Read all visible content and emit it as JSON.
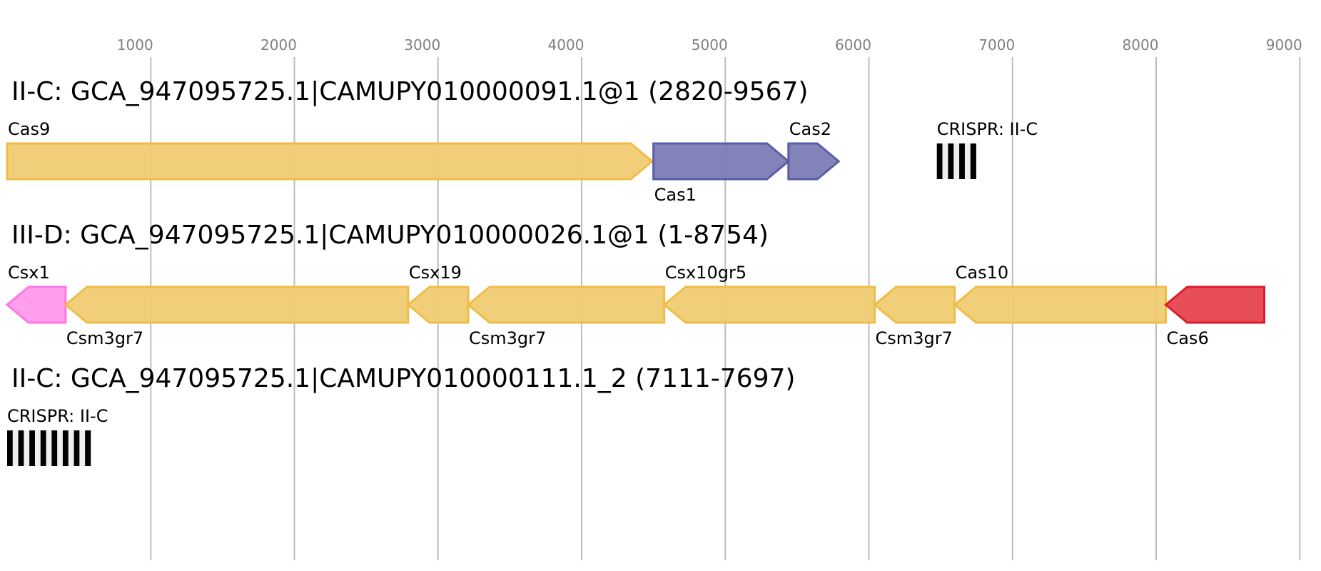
{
  "axis": {
    "ticks": [
      1000,
      2000,
      3000,
      4000,
      5000,
      6000,
      7000,
      8000,
      9000
    ],
    "range_bp": [
      0,
      9000
    ]
  },
  "colors": {
    "class1_interference": {
      "fill": "#f0cc73",
      "stroke": "#f0bc45"
    },
    "adaptation": {
      "fill": "#7b7db5",
      "stroke": "#5a5da5"
    },
    "accessory_csx1": {
      "fill": "#ff99ec",
      "stroke": "#ff77e0"
    },
    "processing_cas6": {
      "fill": "#e6454f",
      "stroke": "#dc1c2c"
    },
    "crispr_repeat": "#000000",
    "crispr_spacer": "#efefef"
  },
  "tracks": [
    {
      "title": "II-C: GCA_947095725.1|CAMUPY010000091.1@1 (2820-9567)",
      "genes": [
        {
          "name": "Cas9",
          "start": 0,
          "end": 4491,
          "strand": "+",
          "color": "class1_interference",
          "label_pos": "top"
        },
        {
          "name": "Cas1",
          "start": 4500,
          "end": 5440,
          "strand": "+",
          "color": "adaptation",
          "label_pos": "bottom"
        },
        {
          "name": "Cas2",
          "start": 5440,
          "end": 5790,
          "strand": "+",
          "color": "adaptation",
          "label_pos": "top"
        }
      ],
      "crisprs": [
        {
          "label": "CRISPR: II-C",
          "start": 6473,
          "end": 6746,
          "repeats": 4
        }
      ]
    },
    {
      "title": "III-D: GCA_947095725.1|CAMUPY010000026.1@1 (1-8754)",
      "genes": [
        {
          "name": "Csx1",
          "start": 0,
          "end": 407,
          "strand": "-",
          "color": "accessory_csx1",
          "label_pos": "top"
        },
        {
          "name": "Csm3gr7",
          "start": 407,
          "end": 2792,
          "strand": "-",
          "color": "class1_interference",
          "label_pos": "bottom"
        },
        {
          "name": "Csx19",
          "start": 2792,
          "end": 3210,
          "strand": "-",
          "color": "class1_interference",
          "label_pos": "top"
        },
        {
          "name": "Csm3gr7",
          "start": 3210,
          "end": 4575,
          "strand": "-",
          "color": "class1_interference",
          "label_pos": "bottom"
        },
        {
          "name": "Csx10gr5",
          "start": 4575,
          "end": 6040,
          "strand": "-",
          "color": "class1_interference",
          "label_pos": "top"
        },
        {
          "name": "Csm3gr7",
          "start": 6040,
          "end": 6597,
          "strand": "-",
          "color": "class1_interference",
          "label_pos": "bottom"
        },
        {
          "name": "Cas10",
          "start": 6597,
          "end": 8067,
          "strand": "-",
          "color": "class1_interference",
          "label_pos": "top"
        },
        {
          "name": "Cas6",
          "start": 8067,
          "end": 8753,
          "strand": "-",
          "color": "processing_cas6",
          "label_pos": "bottom"
        }
      ],
      "crisprs": []
    },
    {
      "title": "II-C: GCA_947095725.1|CAMUPY010000111.1_2 (7111-7697)",
      "genes": [],
      "crisprs": [
        {
          "label": "CRISPR: II-C",
          "start": 0,
          "end": 581,
          "repeats": 8
        }
      ]
    }
  ]
}
